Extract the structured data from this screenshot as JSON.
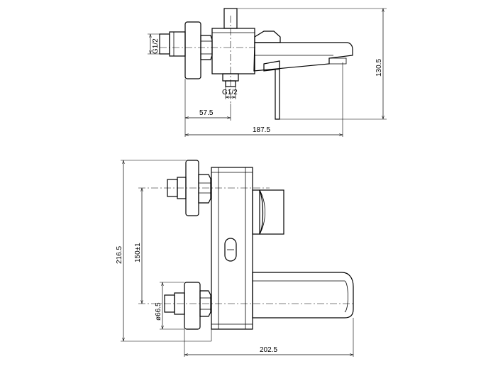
{
  "dimensions": {
    "side_thread_left": "G1/2",
    "side_thread_bottom": "G1/2",
    "side_width_left": "57.5",
    "side_width_total": "187.5",
    "side_height": "130.5",
    "front_height_total": "216.5",
    "front_centers": "150±1",
    "front_rosette_dia": "ø66.5",
    "front_width_total": "202.5"
  }
}
